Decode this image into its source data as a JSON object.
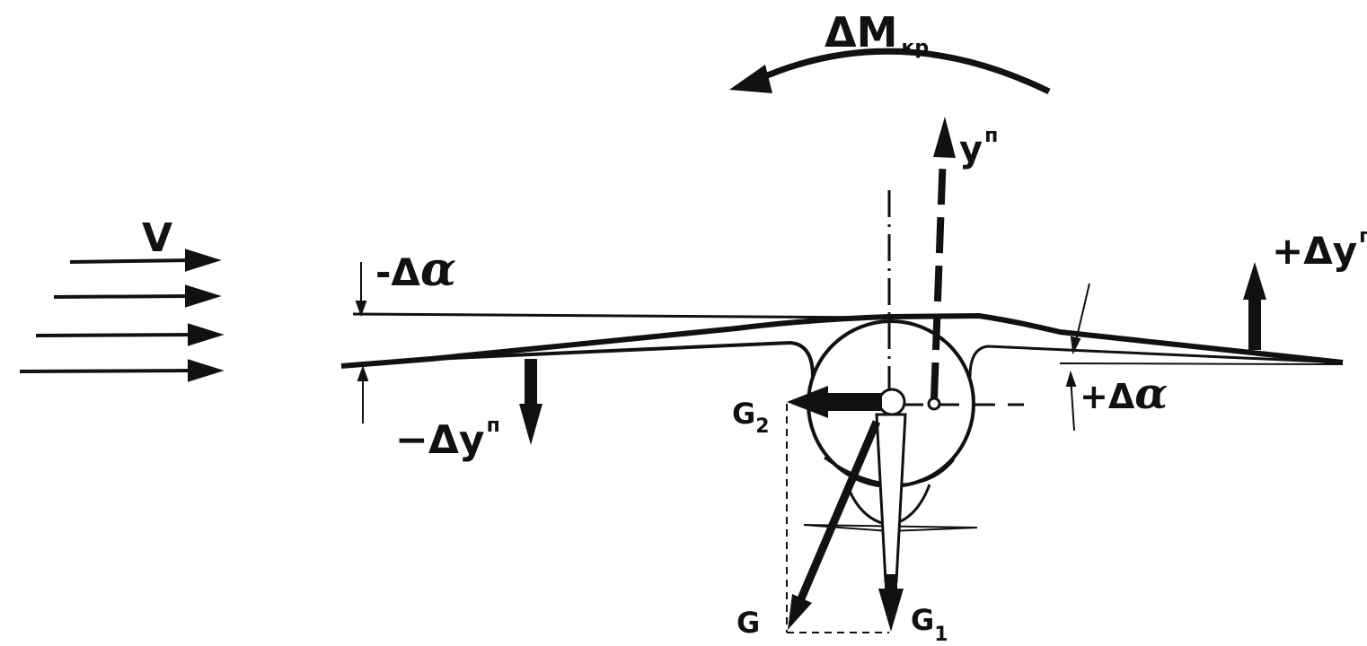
{
  "labels": {
    "moment": {
      "main": "ΔM",
      "sub": "кр"
    },
    "lift": {
      "main": "y",
      "sup": "п"
    },
    "velocity": "V",
    "minus_alpha": {
      "sign": "-Δ",
      "greek": "α"
    },
    "plus_alpha": {
      "sign": "+Δ",
      "greek": "α"
    },
    "plus_lift": {
      "main": "+Δy",
      "sup": "п"
    },
    "minus_lift": {
      "main": "−Δy",
      "sup": "п"
    },
    "g2": {
      "main": "G",
      "sub": "2"
    },
    "g1": {
      "main": "G",
      "sub": "1"
    },
    "g": "G"
  },
  "colors": {
    "ink": "#111111",
    "paper": "#ffffff"
  }
}
